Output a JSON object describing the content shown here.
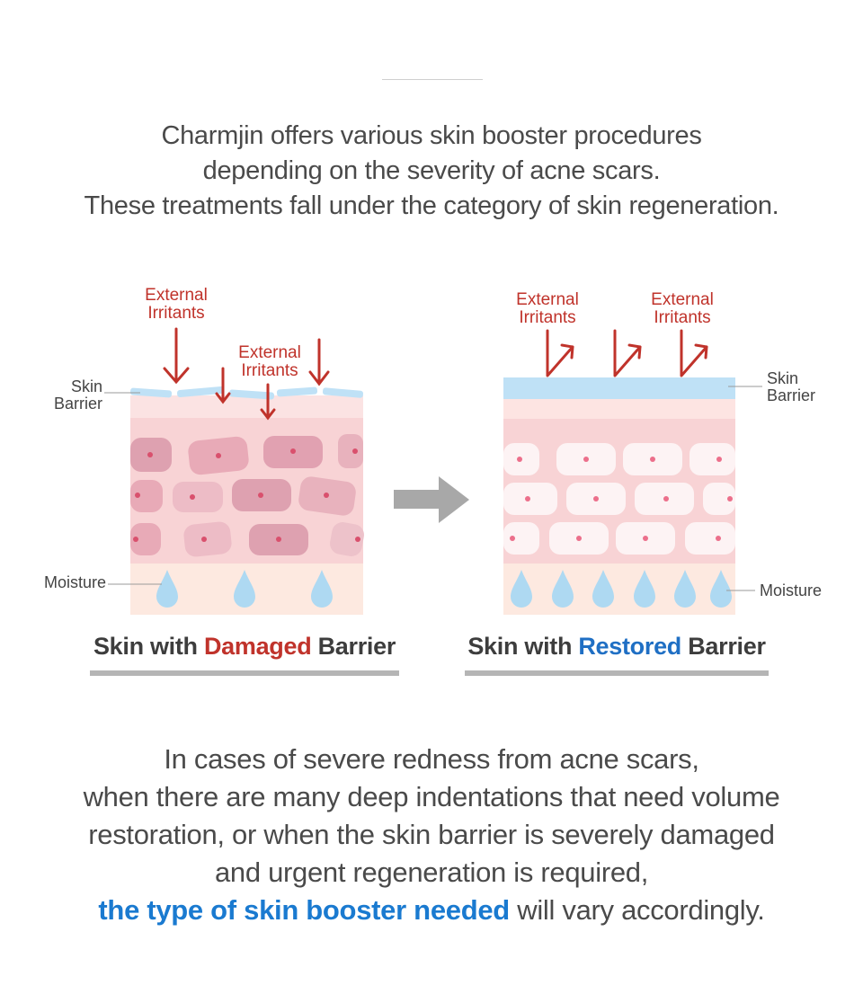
{
  "intro": {
    "lines": [
      "Charmjin offers various skin booster procedures",
      "depending on the severity of acne scars.",
      "These treatments fall under the category of skin regeneration."
    ]
  },
  "diagram": {
    "labels": {
      "external_line1": "External",
      "external_line2": "Irritants",
      "skin_line1": "Skin",
      "skin_line2": "Barrier",
      "moisture": "Moisture"
    },
    "colors": {
      "irritant_red": "#c0332b",
      "barrier_blue": "#bfe1f6",
      "skin_pink": "#f8d6d6",
      "damaged_cell": "#e6a9b6",
      "healthy_cell": "#fdf3f4",
      "moisture_bg": "#fde9e0",
      "droplet": "#aed9f2",
      "arrow_gray": "#a8a8a8"
    }
  },
  "captions": {
    "damaged": {
      "prefix": "Skin with ",
      "accent": "Damaged",
      "suffix": " Barrier"
    },
    "restored": {
      "prefix": "Skin with ",
      "accent": "Restored",
      "suffix": " Barrier"
    }
  },
  "outro": {
    "lines": [
      "In cases of severe redness from acne scars,",
      "when there are many deep indentations that need volume",
      "restoration, or when the skin barrier is severely damaged",
      "and urgent regeneration is required,"
    ],
    "highlight": "the type of skin booster needed",
    "tail": " will vary accordingly."
  }
}
